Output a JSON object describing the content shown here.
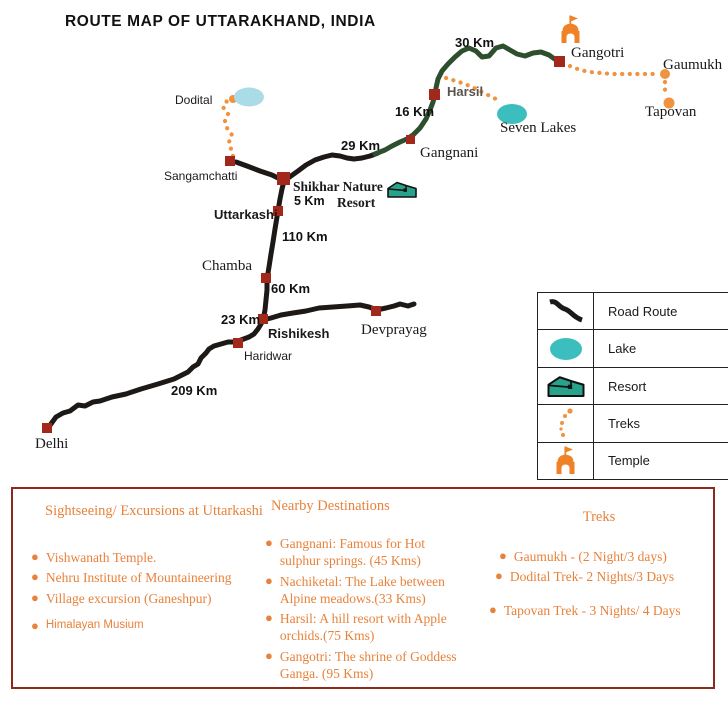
{
  "title": "ROUTE MAP OF UTTARAKHAND, INDIA",
  "colors": {
    "accent_orange": "#E8823B",
    "marker_red": "#A3281C",
    "panel_border_red": "#8C2B1D",
    "road_black": "#1C1916",
    "road_green": "#2E4F2E",
    "lake_teal": "#3DBEBE",
    "lake_pale": "#AADCE8",
    "resort_teal": "#27A38B",
    "temple_orange": "#EF8226",
    "trek_orange": "#F0923E"
  },
  "map": {
    "places": [
      {
        "id": "delhi",
        "label": "Delhi"
      },
      {
        "id": "haridwar",
        "label": "Haridwar"
      },
      {
        "id": "rishikesh",
        "label": "Rishikesh"
      },
      {
        "id": "devprayag",
        "label": "Devprayag"
      },
      {
        "id": "chamba",
        "label": "Chamba"
      },
      {
        "id": "uttarkashi",
        "label": "Uttarkashi"
      },
      {
        "id": "sangamchatti",
        "label": "Sangamchatti"
      },
      {
        "id": "dodital",
        "label": "Dodital"
      },
      {
        "id": "gangnani",
        "label": "Gangnani"
      },
      {
        "id": "harsil",
        "label": "Harsil"
      },
      {
        "id": "gangotri",
        "label": "Gangotri"
      },
      {
        "id": "gaumukh",
        "label": "Gaumukh"
      },
      {
        "id": "tapovan",
        "label": "Tapovan"
      },
      {
        "id": "seven-lakes",
        "label": "Seven Lakes"
      },
      {
        "id": "shikhar-line1",
        "label": "Shikhar Nature"
      },
      {
        "id": "shikhar-line2",
        "label": "Resort"
      }
    ],
    "distances": [
      "209 Km",
      "23 Km",
      "60 Km",
      "110 Km",
      "5 Km",
      "29 Km",
      "16 Km",
      "30 Km"
    ]
  },
  "legend": {
    "rows": [
      {
        "icon": "road-route-icon",
        "label": "Road Route"
      },
      {
        "icon": "lake-icon",
        "label": "Lake"
      },
      {
        "icon": "resort-icon",
        "label": "Resort"
      },
      {
        "icon": "treks-icon",
        "label": "Treks"
      },
      {
        "icon": "temple-icon",
        "label": "Temple"
      }
    ]
  },
  "info_panel": {
    "sightseeing": {
      "title": "Sightseeing/ Excursions at Uttarkashi",
      "items": [
        "Vishwanath Temple.",
        "Nehru Institute of Mountaineering",
        "Village excursion (Ganeshpur)",
        "Himalayan Musium"
      ]
    },
    "nearby": {
      "title": "Nearby Destinations",
      "items": [
        "Gangnani: Famous for Hot sulphur springs. (45 Kms)",
        "Nachiketal: The Lake between Alpine meadows.(33 Kms)",
        "Harsil: A hill resort with Apple orchids.(75 Kms)",
        "Gangotri: The shrine of Goddess Ganga. (95 Kms)"
      ]
    },
    "treks": {
      "title": "Treks",
      "items": [
        "Gaumukh  - (2 Night/3 days)",
        "Dodital Trek- 2 Nights/3 Days",
        "Tapovan Trek - 3 Nights/ 4 Days"
      ]
    }
  }
}
